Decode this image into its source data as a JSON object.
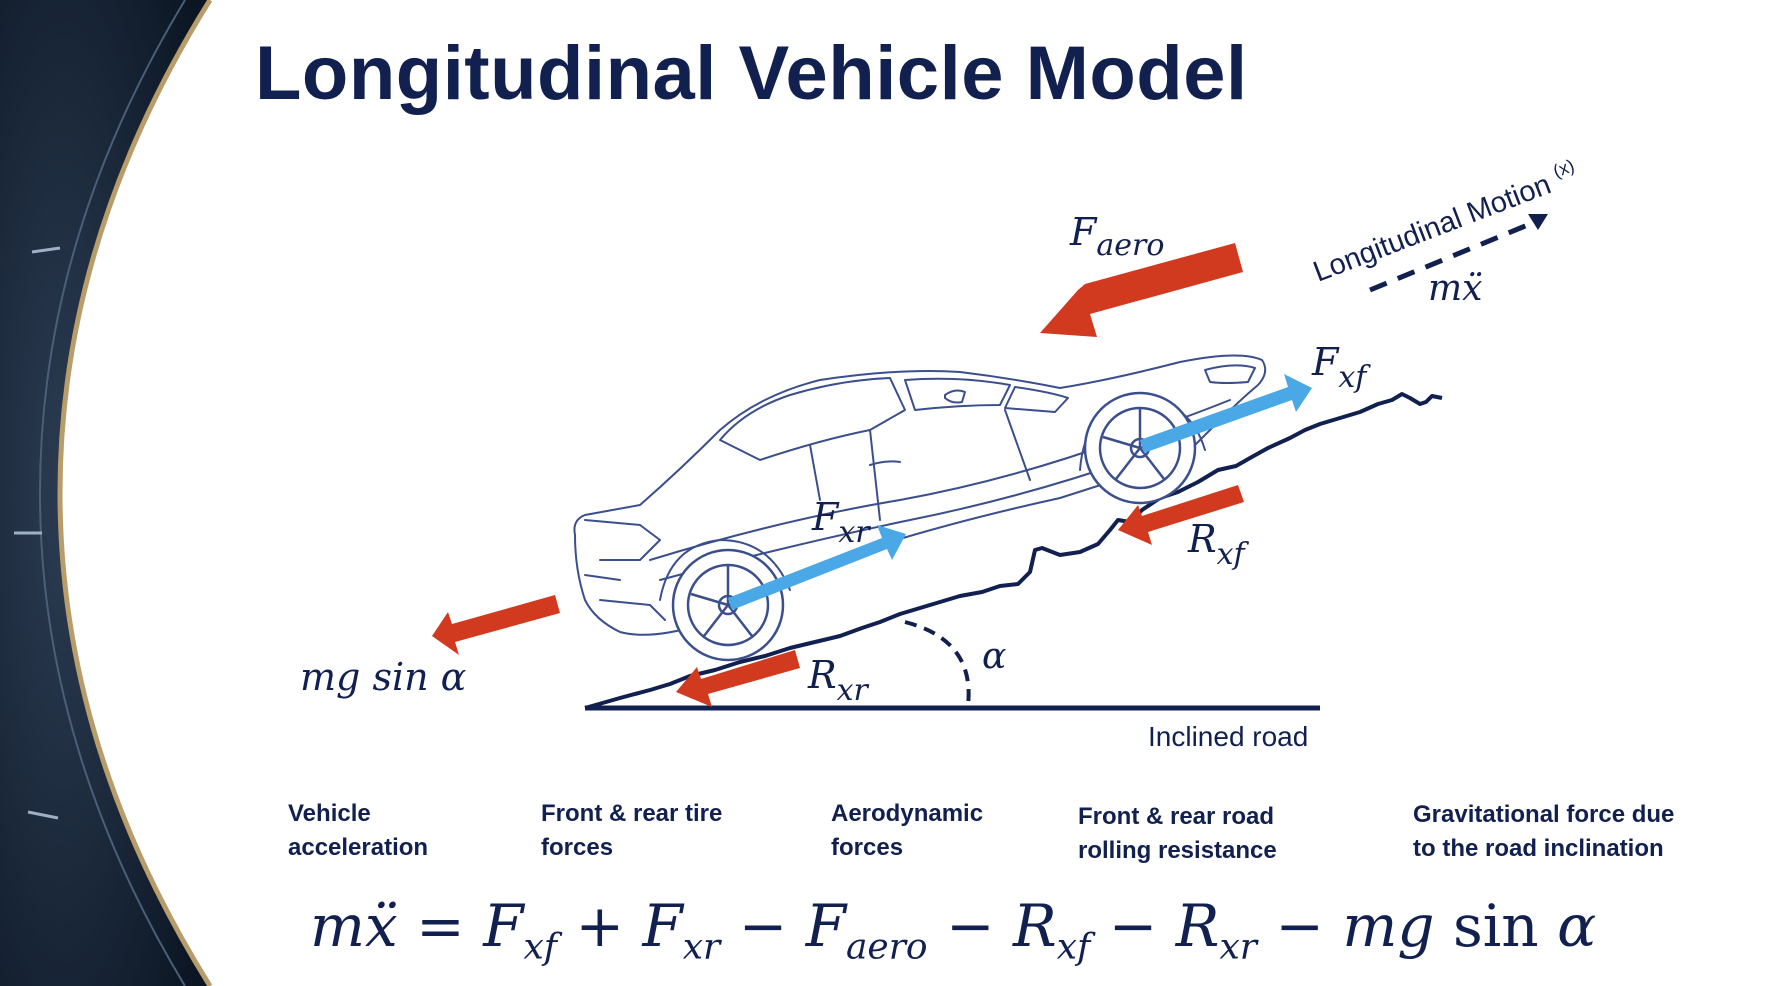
{
  "title": "Longitudinal Vehicle Model",
  "diagram": {
    "labels": {
      "f_aero": {
        "base": "F",
        "sub": "aero"
      },
      "f_xf": {
        "base": "F",
        "sub": "xf"
      },
      "f_xr": {
        "base": "F",
        "sub": "xr"
      },
      "r_xf": {
        "base": "R",
        "sub": "xf"
      },
      "r_xr": {
        "base": "R",
        "sub": "xr"
      },
      "mg_sin": "mg sin α",
      "alpha": "α",
      "motion_label": "Longitudinal Motion",
      "motion_var": "(x)",
      "m_xddot": "mẍ",
      "inclined_road": "Inclined road"
    },
    "colors": {
      "red_arrow": "#d23a1f",
      "blue_arrow": "#4aa8e6",
      "navy": "#11204f",
      "car_outline": "#3b4f8c"
    }
  },
  "captions": {
    "vehicle_acceleration": "Vehicle\nacceleration",
    "tire_forces": "Front & rear tire\nforces",
    "aero_forces": "Aerodynamic\nforces",
    "rolling_resistance": "Front & rear road\nrolling resistance",
    "gravitational": "Gravitational force due\nto the road inclination"
  },
  "equation": {
    "lhs": "mẍ",
    "eq": "=",
    "t1": {
      "base": "F",
      "sub": "xf"
    },
    "op1": "+",
    "t2": {
      "base": "F",
      "sub": "xr"
    },
    "op2": "−",
    "t3": {
      "base": "F",
      "sub": "aero"
    },
    "op3": "−",
    "t4": {
      "base": "R",
      "sub": "xf"
    },
    "op4": "−",
    "t5": {
      "base": "R",
      "sub": "xr"
    },
    "op5": "−",
    "t6": "mg",
    "t7": "sin",
    "t8": "α"
  }
}
